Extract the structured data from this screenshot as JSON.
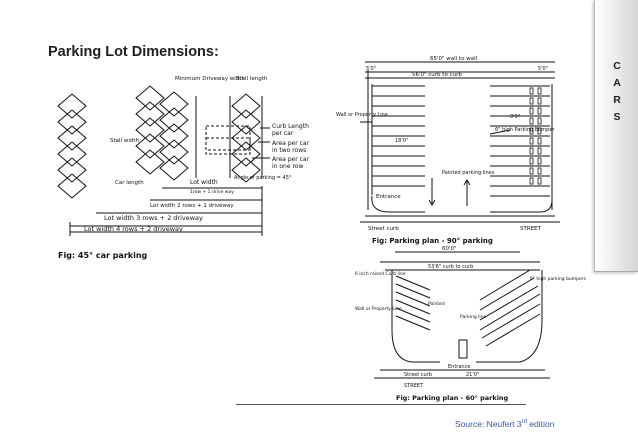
{
  "slide": {
    "title": "Parking Lot Dimensions:",
    "sidebar_letters": [
      "C",
      "A",
      "R",
      "S"
    ],
    "source_prefix": "Source: Neufert 3",
    "source_sup": "rd",
    "source_suffix": " edition"
  },
  "fig45": {
    "caption": "Fig: 45° car parking",
    "min_driveway": "Minimum Driveway width",
    "stall_length": "Stall length",
    "stall_width": "Stall width",
    "car_length": "Car length",
    "curb_length_1": "Curb Length",
    "curb_length_2": "per car",
    "area_two_rows_1": "Area per car",
    "area_two_rows_2": "in two rows",
    "area_one_row_1": "Area per car",
    "area_one_row_2": "in one row",
    "angle": "Angle of parking = 45°",
    "lot_width_1": "Lot width",
    "lot_width_1b": "1row + 1 drive way",
    "lot_width_2": "Lot width 2 rows + 1 driveway",
    "lot_width_3": "Lot width 3 rows + 2 driveway",
    "lot_width_4": "Lot width 4 rows + 2 driveway"
  },
  "fig90": {
    "caption": "Fig: Parking plan - 90° parking",
    "wall_to_wall": "65'0\" wall to wall",
    "curb_to_curb": "56'0\" curb to curb",
    "dim_left": "5'0\"",
    "dim_right": "5'0\"",
    "wall_label": "Wall or Property Line",
    "high_bumper": "6\" high Parking Bumper",
    "dim_90": "9'0\"",
    "dim_18": "18'0\"",
    "painted_lines": "Painted parking lines",
    "entrance": "Entrance",
    "street_curb": "Street curb",
    "street": "STREET"
  },
  "fig60": {
    "caption": "Fig: Parking plan - 60° parking",
    "wall_to_wall": "60'0\"",
    "curb_to_curb": "53'6\" curb to curb",
    "six_inch_curb": "6 inch raised Curb line",
    "wall_label": "Wall or Property Line",
    "high_bumper": "6\" high parking bumpers",
    "parking_line": "Parking line",
    "painted": "Painted",
    "entrance": "Entrance",
    "street_curb": "Street curb",
    "street": "STREET",
    "dim_bottom": "21'0\""
  }
}
